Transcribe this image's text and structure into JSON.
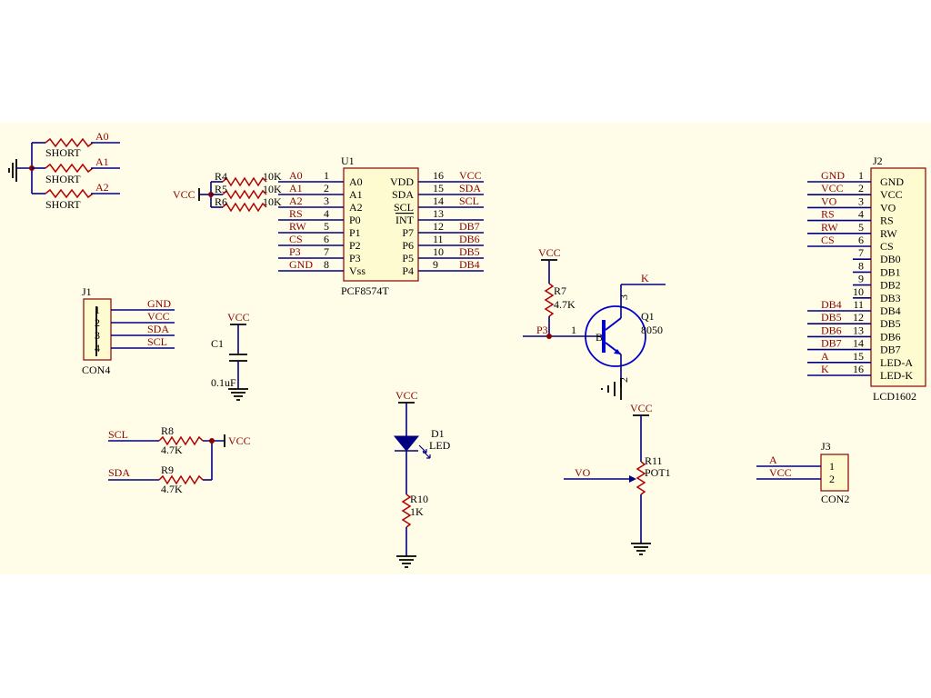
{
  "shorts": {
    "nets": [
      "A0",
      "A1",
      "A2"
    ],
    "labels": [
      "SHORT",
      "SHORT",
      "SHORT"
    ]
  },
  "resistor_array": {
    "refs": [
      "R4",
      "R5",
      "R6"
    ],
    "values": [
      "10K",
      "10K",
      "10K"
    ],
    "supply": "VCC"
  },
  "u1": {
    "ref": "U1",
    "part": "PCF8574T",
    "left_pins": [
      {
        "num": "1",
        "name": "A0",
        "net": "A0"
      },
      {
        "num": "2",
        "name": "A1",
        "net": "A1"
      },
      {
        "num": "3",
        "name": "A2",
        "net": "A2"
      },
      {
        "num": "4",
        "name": "P0",
        "net": "RS"
      },
      {
        "num": "5",
        "name": "P1",
        "net": "RW"
      },
      {
        "num": "6",
        "name": "P2",
        "net": "CS"
      },
      {
        "num": "7",
        "name": "P3",
        "net": "P3"
      },
      {
        "num": "8",
        "name": "Vss",
        "net": "GND"
      }
    ],
    "right_pins": [
      {
        "num": "16",
        "name": "VDD",
        "net": "VCC"
      },
      {
        "num": "15",
        "name": "SDA",
        "net": "SDA"
      },
      {
        "num": "14",
        "name": "SCL",
        "net": "SCL"
      },
      {
        "num": "13",
        "name": "INT",
        "net": ""
      },
      {
        "num": "12",
        "name": "P7",
        "net": "DB7"
      },
      {
        "num": "11",
        "name": "P6",
        "net": "DB6"
      },
      {
        "num": "10",
        "name": "P5",
        "net": "DB5"
      },
      {
        "num": "9",
        "name": "P4",
        "net": "DB4"
      }
    ]
  },
  "j1": {
    "ref": "J1",
    "part": "CON4",
    "pins": [
      {
        "num": "1",
        "net": "GND"
      },
      {
        "num": "2",
        "net": "VCC"
      },
      {
        "num": "3",
        "net": "SDA"
      },
      {
        "num": "4",
        "net": "SCL"
      }
    ]
  },
  "c1": {
    "ref": "C1",
    "value": "0.1uF",
    "supply": "VCC"
  },
  "d1": {
    "ref": "D1",
    "part": "LED",
    "supply": "VCC"
  },
  "r10": {
    "ref": "R10",
    "value": "1K"
  },
  "r7": {
    "ref": "R7",
    "value": "4.7K",
    "supply": "VCC",
    "net": "P3"
  },
  "q1": {
    "ref": "Q1",
    "part": "8050",
    "base_label": "B",
    "base_pin": "1",
    "collector_pin": "3",
    "emitter_pin": "2",
    "collector_net": "K"
  },
  "pullups": {
    "r8": {
      "ref": "R8",
      "value": "4.7K",
      "net": "SCL"
    },
    "r9": {
      "ref": "R9",
      "value": "4.7K",
      "net": "SDA"
    },
    "supply": "VCC"
  },
  "r11": {
    "ref": "R11",
    "part": "POT1",
    "supply": "VCC",
    "net": "VO"
  },
  "j3": {
    "ref": "J3",
    "part": "CON2",
    "pins": [
      {
        "num": "1",
        "net": "A"
      },
      {
        "num": "2",
        "net": "VCC"
      }
    ]
  },
  "j2": {
    "ref": "J2",
    "part": "LCD1602",
    "pins": [
      {
        "num": "1",
        "name": "GND",
        "net": "GND"
      },
      {
        "num": "2",
        "name": "VCC",
        "net": "VCC"
      },
      {
        "num": "3",
        "name": "VO",
        "net": "VO"
      },
      {
        "num": "4",
        "name": "RS",
        "net": "RS"
      },
      {
        "num": "5",
        "name": "RW",
        "net": "RW"
      },
      {
        "num": "6",
        "name": "CS",
        "net": "CS"
      },
      {
        "num": "7",
        "name": "DB0",
        "net": ""
      },
      {
        "num": "8",
        "name": "DB1",
        "net": ""
      },
      {
        "num": "9",
        "name": "DB2",
        "net": ""
      },
      {
        "num": "10",
        "name": "DB3",
        "net": ""
      },
      {
        "num": "11",
        "name": "DB4",
        "net": "DB4"
      },
      {
        "num": "12",
        "name": "DB5",
        "net": "DB5"
      },
      {
        "num": "13",
        "name": "DB6",
        "net": "DB6"
      },
      {
        "num": "14",
        "name": "DB7",
        "net": "DB7"
      },
      {
        "num": "15",
        "name": "LED-A",
        "net": "A"
      },
      {
        "num": "16",
        "name": "LED-K",
        "net": "K"
      }
    ]
  }
}
